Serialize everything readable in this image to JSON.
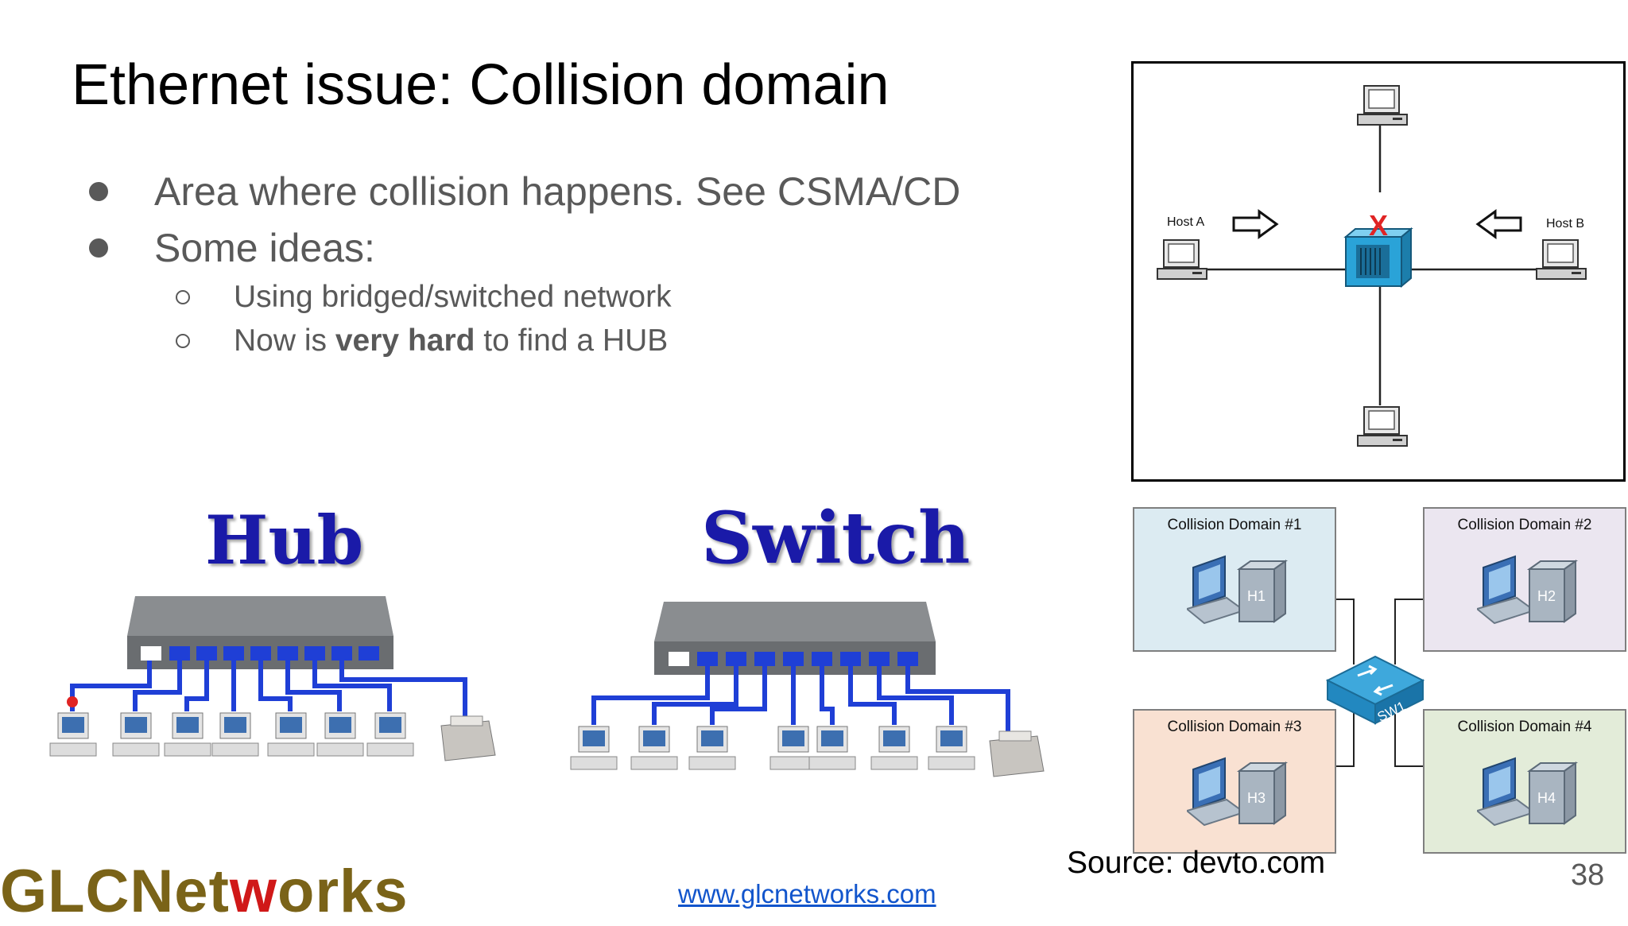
{
  "slide": {
    "title": "Ethernet issue: Collision domain",
    "bullets": [
      {
        "text": "Area  where collision happens. See CSMA/CD"
      },
      {
        "text": "Some ideas:"
      }
    ],
    "sub_bullets": [
      {
        "text": "Using bridged/switched network"
      },
      {
        "before": "Now is ",
        "bold": "very hard",
        "after": " to find a HUB"
      }
    ],
    "page_number": "38",
    "source": "Source: devto.com"
  },
  "top_diagram": {
    "host_a": "Host A",
    "host_b": "Host B",
    "collision_mark": "X"
  },
  "hub_image": {
    "title": "Hub"
  },
  "switch_image": {
    "title": "Switch"
  },
  "domain_diagram": {
    "domains": [
      {
        "label": "Collision Domain #1",
        "host": "H1",
        "color": "#dcebf2"
      },
      {
        "label": "Collision Domain #2",
        "host": "H2",
        "color": "#ebe6f0"
      },
      {
        "label": "Collision Domain #3",
        "host": "H3",
        "color": "#f9e1d2"
      },
      {
        "label": "Collision Domain #4",
        "host": "H4",
        "color": "#e3ecd9"
      }
    ],
    "switch_label": "SW1"
  },
  "footer": {
    "logo_part1": "GLCNet",
    "logo_part2": "w",
    "logo_part3": "orks",
    "website": "www.glcnetworks.com"
  },
  "colors": {
    "title": "#000000",
    "body_text": "#595959",
    "hub_title": "#1a1aa8",
    "cable_blue": "#1f3fd6",
    "switch_icon": "#2a8fc9",
    "logo_gold": "#7a6318",
    "logo_red": "#d01818"
  }
}
